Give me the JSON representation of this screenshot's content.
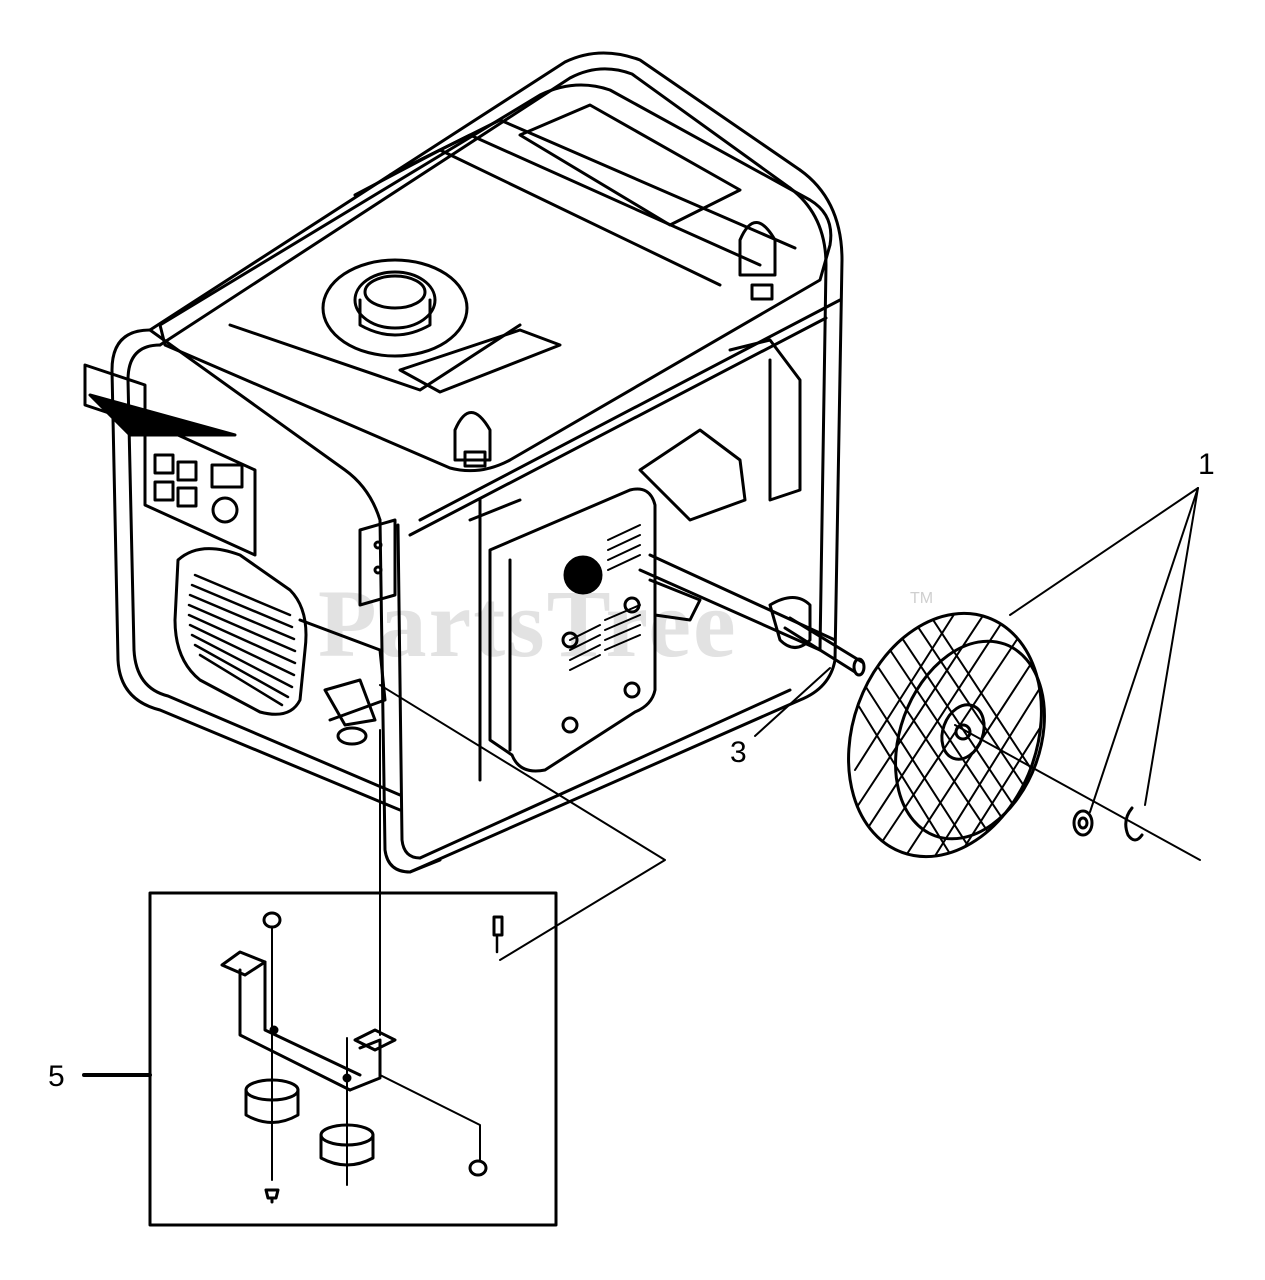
{
  "watermark": {
    "text": "PartsTree",
    "tm": "TM"
  },
  "callouts": {
    "c1": "1",
    "c3": "3",
    "c5": "5"
  },
  "colors": {
    "line": "#000000",
    "background": "#ffffff",
    "watermark": "#d9d9d9"
  }
}
